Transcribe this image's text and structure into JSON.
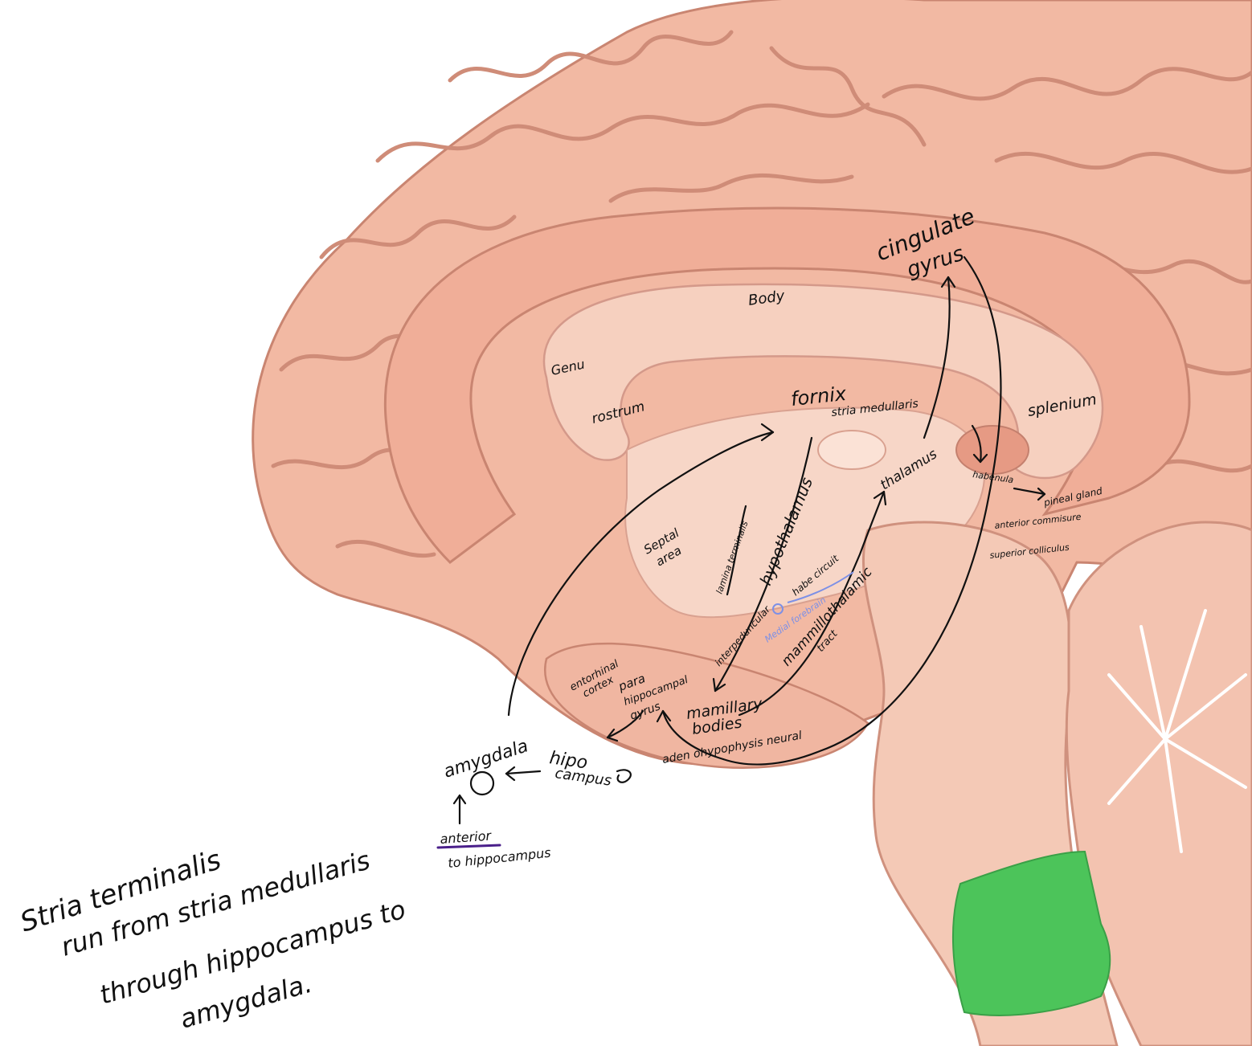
{
  "colors": {
    "brain": "#f2b9a3",
    "brain_dark": "#d88f7b",
    "inner": "#f6d0bf",
    "brainstem": "#f4c9b6",
    "cerebellum": "#f3c3b0",
    "highlight": "#4cc45a",
    "ink": "#111111",
    "blue_ink": "#7d90e6",
    "purple_ink": "#4a1f8a"
  },
  "labels": {
    "cingulate": "cingulate",
    "gyrus": "gyrus",
    "body": "Body",
    "genu": "Genu",
    "rostrum": "rostrum",
    "fornix": "fornix",
    "stria_medullaris": "stria medullaris",
    "splenium": "splenium",
    "thalamus": "thalamus",
    "habenula": "habenula",
    "pineal_gland": "pineal gland",
    "anterior_commissure": "anterior commisure",
    "superior_colliculus": "superior colliculus",
    "septal": "Septal",
    "area": "area",
    "lamina_terminalis": "lamina terminalis",
    "hypothalamus": "hypothalamus",
    "habenular_circuit": "habe circuit",
    "medial_forebrain": "Medial forebrain",
    "interpeduncular": "interpeduncular",
    "mammillothalamic": "mammillothalamic",
    "tract": "tract",
    "entorhinal": "entorhinal",
    "cortex": "cortex",
    "para": "para",
    "hippocampal": "hippocampal",
    "gyrus2": "gyrus",
    "mammillary": "mamillary",
    "bodies": "bodies",
    "amygdala": "amygdala",
    "hippo": "hipo",
    "campus": "campus",
    "adenohypophysis": "aden ohypophysis neural",
    "anterior": "anterior",
    "to_hippocampus": "to hippocampus",
    "note_line1": "Stria terminalis",
    "note_line2": "run from stria medullaris",
    "note_line3": "through hippocampus to",
    "note_line4": "amygdala."
  }
}
